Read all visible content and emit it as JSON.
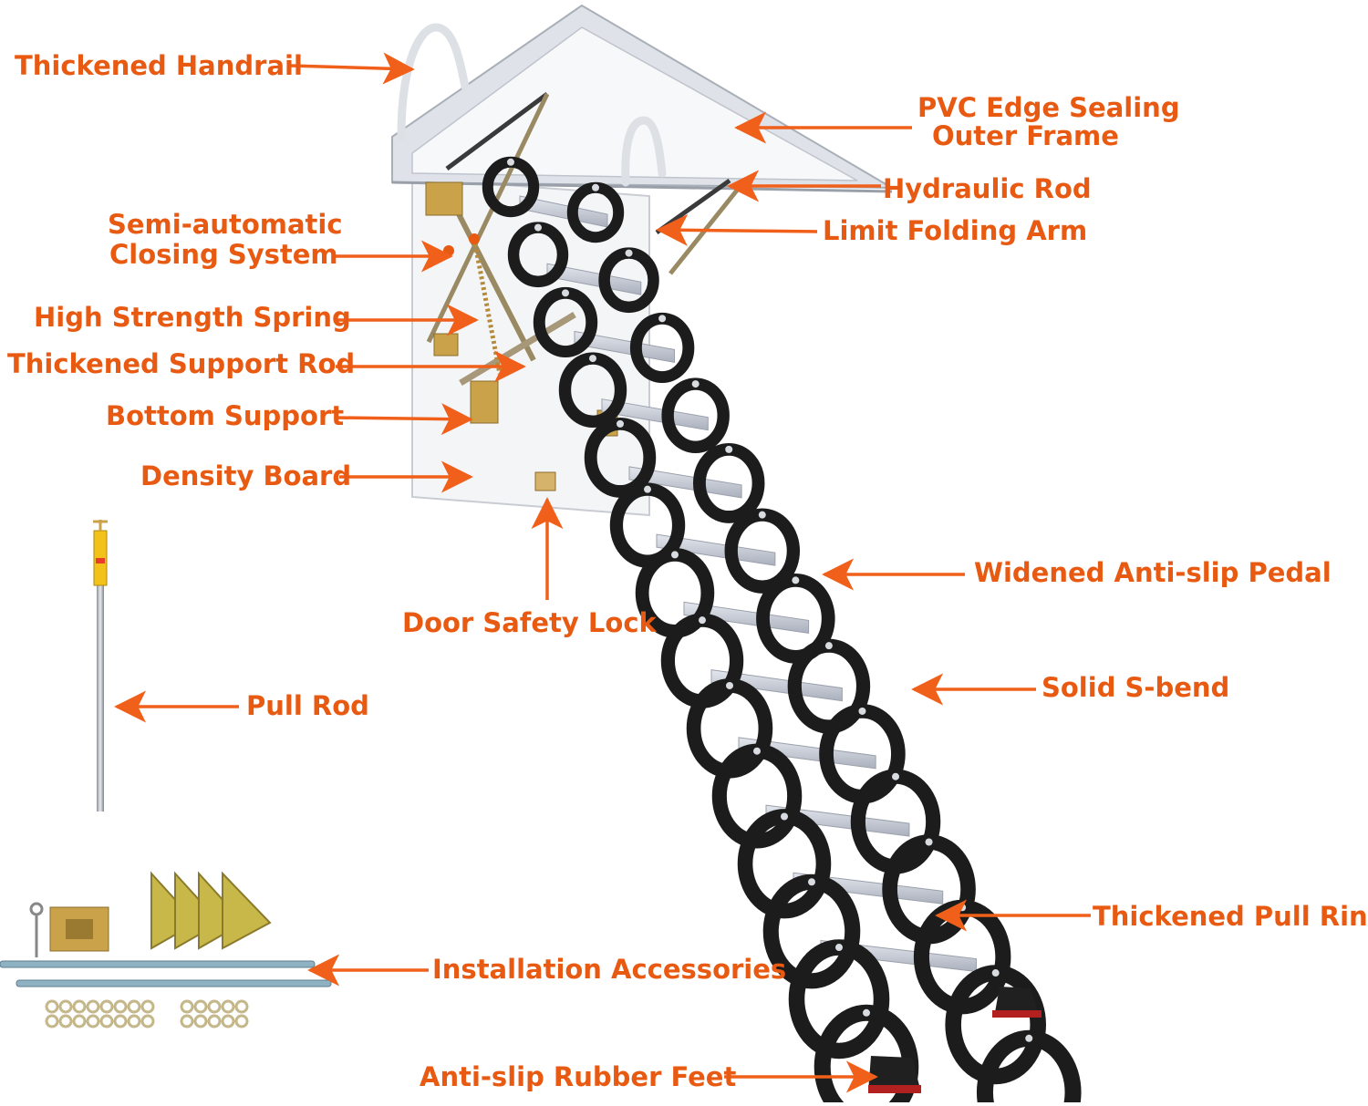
{
  "labels": {
    "thickened_handrail": "Thickened Handrail",
    "pvc_edge_line1": "PVC Edge Sealing",
    "pvc_edge_line2": "Outer Frame",
    "hydraulic_rod": "Hydraulic Rod",
    "limit_folding_arm": "Limit Folding Arm",
    "semi_auto_line1": "Semi-automatic",
    "semi_auto_line2": "Closing System",
    "high_strength_spring": "High Strength Spring",
    "thickened_support_rod": "Thickened Support Rod",
    "bottom_support": "Bottom Support",
    "density_board": "Density Board",
    "door_safety_lock": "Door Safety Lock",
    "widened_pedal": "Widened Anti-slip Pedal",
    "pull_rod": "Pull Rod",
    "solid_s_bend": "Solid S-bend",
    "thickened_pull_ring": "Thickened Pull Ring",
    "installation_accessories": "Installation Accessories",
    "anti_slip_feet": "Anti-slip Rubber Feet"
  },
  "colors": {
    "label": "#e85a12",
    "arrow": "#f0601a",
    "ladder_black": "#1c1c1c",
    "step_gray": "#c8ccd6",
    "frame_white": "#eef0f3",
    "brass": "#c9a24a"
  }
}
